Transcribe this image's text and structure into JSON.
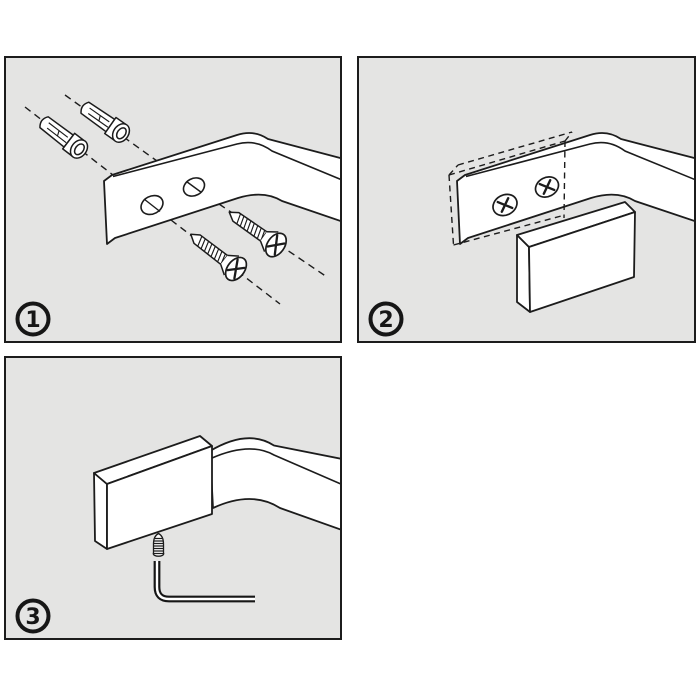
{
  "colors": {
    "background": "#ffffff",
    "panel_background": "#e4e4e3",
    "line": "#1c1c1c",
    "shape_fill": "#ffffff"
  },
  "panels": [
    {
      "id": "step-1",
      "badge": "1",
      "icons": [
        "wall-anchor-icon",
        "guide-dashed-line",
        "mounting-bracket-icon",
        "countersunk-screw-icon"
      ]
    },
    {
      "id": "step-2",
      "badge": "2",
      "icons": [
        "mounting-bracket-icon",
        "screw-head-icon",
        "dashed-position-outline",
        "cover-cap-icon"
      ]
    },
    {
      "id": "step-3",
      "badge": "3",
      "icons": [
        "cover-cap-icon",
        "handle-bar-icon",
        "set-screw-icon",
        "hex-key-icon"
      ]
    }
  ]
}
